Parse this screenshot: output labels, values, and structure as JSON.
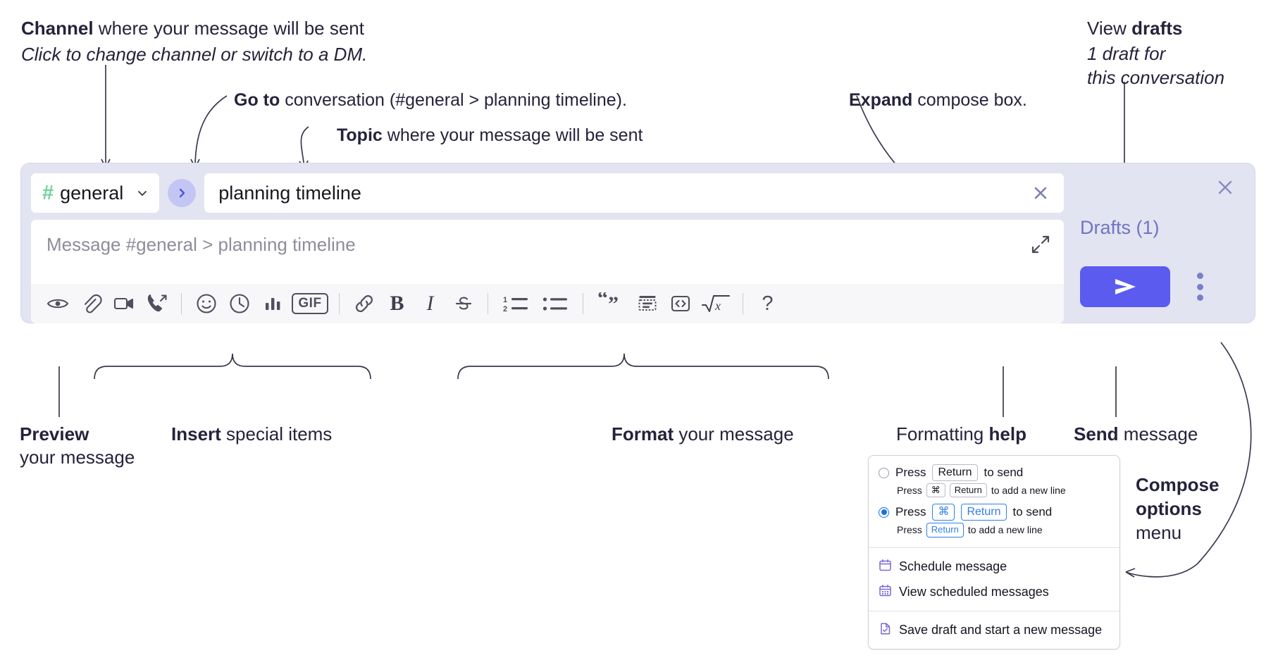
{
  "annotations": {
    "channel": {
      "bold": "Channel",
      "rest": " where your message will be sent",
      "sub": "Click to change channel or switch to a DM."
    },
    "goto": {
      "bold": "Go to",
      "rest": " conversation (#general > planning timeline)."
    },
    "topic": {
      "bold": "Topic",
      "rest": " where your message will be sent"
    },
    "expand": {
      "bold": "Expand",
      "rest": " compose box."
    },
    "drafts": {
      "bold": "View ",
      "boldword": "drafts",
      "sub1": "1 draft for",
      "sub2": "this conversation"
    },
    "preview": {
      "bold": "Preview",
      "rest": "your message"
    },
    "insert": {
      "bold": "Insert",
      "rest": " special items"
    },
    "format": {
      "bold": "Format",
      "rest": " your message"
    },
    "help": {
      "pre": "Formatting ",
      "bold": "help"
    },
    "send": {
      "bold": "Send",
      "rest": " message"
    },
    "compose_options": {
      "l1": "Compose",
      "l2": "options",
      "l3": "menu"
    }
  },
  "compose": {
    "channel": {
      "hash": "#",
      "name": "general"
    },
    "topic": {
      "value": "planning timeline",
      "clear_label": "clear-topic"
    },
    "message": {
      "placeholder": "Message #general > planning timeline"
    },
    "drafts_label": "Drafts (1)",
    "toolbar": [
      {
        "name": "preview-icon",
        "label": "Preview"
      },
      {
        "name": "attachment-icon",
        "label": "Attach file"
      },
      {
        "name": "video-icon",
        "label": "Record video clip"
      },
      {
        "name": "call-icon",
        "label": "Start a call"
      },
      {
        "name": "emoji-icon",
        "label": "Emoji"
      },
      {
        "name": "clock-icon",
        "label": "Recent"
      },
      {
        "name": "poll-icon",
        "label": "Poll"
      },
      {
        "name": "gif-icon",
        "label": "GIF"
      },
      {
        "name": "link-icon",
        "label": "Link"
      },
      {
        "name": "bold-icon",
        "label": "Bold"
      },
      {
        "name": "italic-icon",
        "label": "Italic"
      },
      {
        "name": "strikethrough-icon",
        "label": "Strikethrough"
      },
      {
        "name": "ordered-list-icon",
        "label": "Ordered list"
      },
      {
        "name": "bulleted-list-icon",
        "label": "Bulleted list"
      },
      {
        "name": "blockquote-icon",
        "label": "Blockquote"
      },
      {
        "name": "spoiler-icon",
        "label": "Spoiler"
      },
      {
        "name": "code-icon",
        "label": "Code"
      },
      {
        "name": "math-icon",
        "label": "Math"
      },
      {
        "name": "help-icon",
        "label": "?"
      }
    ],
    "gif_label": "GIF",
    "bold_label": "B",
    "italic_label": "I",
    "help_label": "?"
  },
  "menu": {
    "option1": {
      "pre": "Press",
      "key": "Return",
      "post": "to send",
      "sub_pre": "Press",
      "sub_key1": "⌘",
      "sub_key2": "Return",
      "sub_post": "to add a new line",
      "selected": false
    },
    "option2": {
      "pre": "Press",
      "key1": "⌘",
      "key2": "Return",
      "post": "to send",
      "sub_pre": "Press",
      "sub_key": "Return",
      "sub_post": "to add a new line",
      "selected": true
    },
    "items": [
      {
        "icon": "calendar-icon",
        "label": "Schedule message"
      },
      {
        "icon": "calendar-grid-icon",
        "label": "View scheduled messages"
      },
      {
        "icon": "save-draft-icon",
        "label": "Save draft and start a new message"
      }
    ]
  },
  "colors": {
    "accent": "#5b5bf0",
    "channel_hash": "#6fd39a",
    "drafts_text": "#6f74c4",
    "compose_bg": "#e3e4f1",
    "key_blue": "#2f7fe8"
  }
}
